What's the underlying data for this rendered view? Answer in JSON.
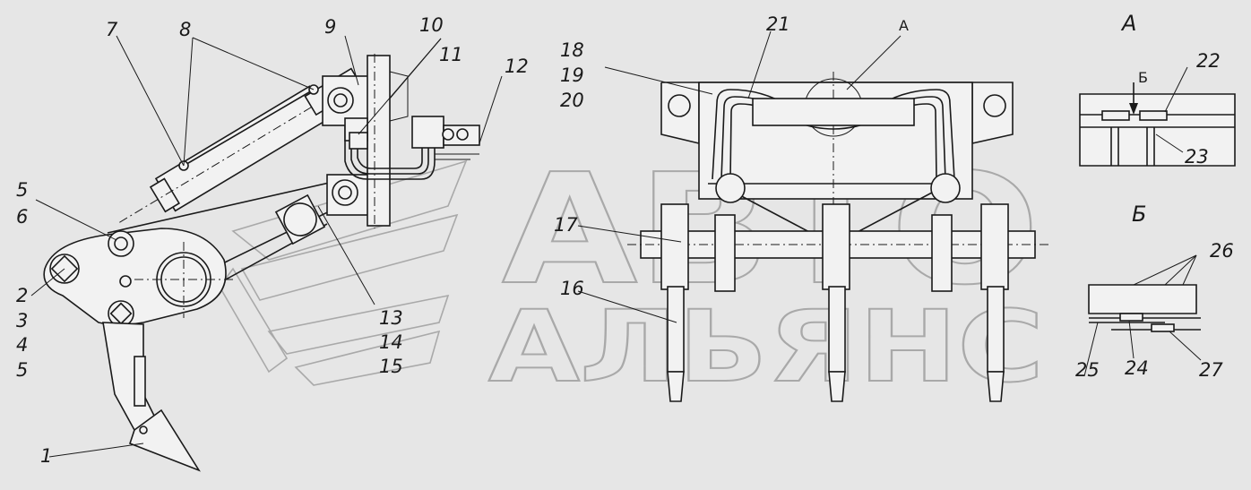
{
  "watermark": {
    "line1": "АВТО",
    "line2": "АЛЬЯНС"
  },
  "view_labels": {
    "view_a_marker": "А",
    "view_a_title": "А",
    "view_b_marker": "Б",
    "view_b_title": "Б"
  },
  "callouts": {
    "c1": "1",
    "c2": "2",
    "c3": "3",
    "c4": "4",
    "c5a": "5",
    "c5b": "5",
    "c6": "6",
    "c7": "7",
    "c8": "8",
    "c9": "9",
    "c10": "10",
    "c11": "11",
    "c12": "12",
    "c13": "13",
    "c14": "14",
    "c15": "15",
    "c16": "16",
    "c17": "17",
    "c18": "18",
    "c19": "19",
    "c20": "20",
    "c21": "21",
    "c22": "22",
    "c23": "23",
    "c24": "24",
    "c25": "25",
    "c26": "26",
    "c27": "27"
  },
  "colors": {
    "background": "#e6e6e6",
    "ink": "#1a1a1a",
    "watermark": "#a9a9a9"
  }
}
